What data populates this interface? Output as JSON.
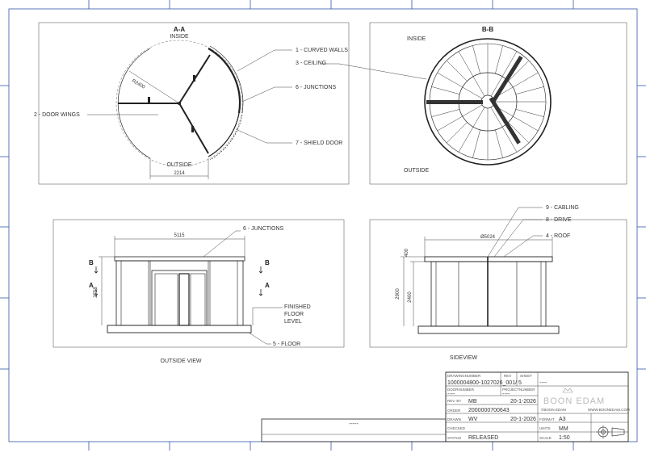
{
  "views": {
    "section_aa": {
      "title": "A-A",
      "inside": "INSIDE",
      "outside": "OUTSIDE",
      "radius_dim": "R2400",
      "width_dim": "2214",
      "callouts": {
        "curved_walls": "1 - CURVED WALLS",
        "junctions": "6 - JUNCTIONS",
        "door_wings": "2 - DOOR WINGS",
        "shield_door": "7 - SHIELD DOOR"
      }
    },
    "section_bb": {
      "title": "B-B",
      "inside": "INSIDE",
      "outside": "OUTSIDE",
      "callouts": {
        "ceiling": "3 - CEILING"
      }
    },
    "outside_view": {
      "caption": "OUTSIDE VIEW",
      "width_dim": "5115",
      "height_dim": "2758",
      "marker_b": "B",
      "marker_a": "A",
      "callouts": {
        "junctions": "6 - JUNCTIONS",
        "finished_floor_1": "FINISHED",
        "finished_floor_2": "FLOOR",
        "finished_floor_3": "LEVEL",
        "floor": "5 - FLOOR"
      }
    },
    "side_view": {
      "caption": "SIDEVIEW",
      "diameter_dim": "Ø5024",
      "dim_top": "400",
      "dim_total": "2900",
      "dim_lower": "2400",
      "callouts": {
        "cabling": "9 - CABLING",
        "drive": "8 - DRIVE",
        "roof": "4 - ROOF"
      }
    }
  },
  "title_block": {
    "drawing_number_label": "DRAWINGNUMBER",
    "drawing_number": "1000004800-1027026_001/ 5",
    "rev_label": "REV",
    "sheet_label": "SHEET",
    "sheet_value": "----",
    "door_number_label": "DOORNUMBER",
    "door_number": "----",
    "project_number_label": "PROJECTNUMBER",
    "project_number": "----",
    "rev_by_label": "REV. BY",
    "rev_by": "MB",
    "rev_date": "20-1-2026",
    "order_label": "ORDER",
    "order": "2000000700643",
    "drawn_label": "DRAWN",
    "drawn": "WV",
    "drawn_date": "20-1-2026",
    "checked_label": "CHECKED",
    "status_label": "STATUS",
    "status": "RELEASED",
    "company": "BOON EDAM",
    "copyright": "©BOON EDAM",
    "website": "WWW.BOONEDAM.COM",
    "format_label": "FORMAT",
    "format": "A3",
    "units_label": "UNITS",
    "units": "MM",
    "scale_label": "SCALE",
    "scale": "1:50",
    "blank_field": "-----"
  },
  "colors": {
    "frame": "#3355aa",
    "line": "#222222"
  }
}
